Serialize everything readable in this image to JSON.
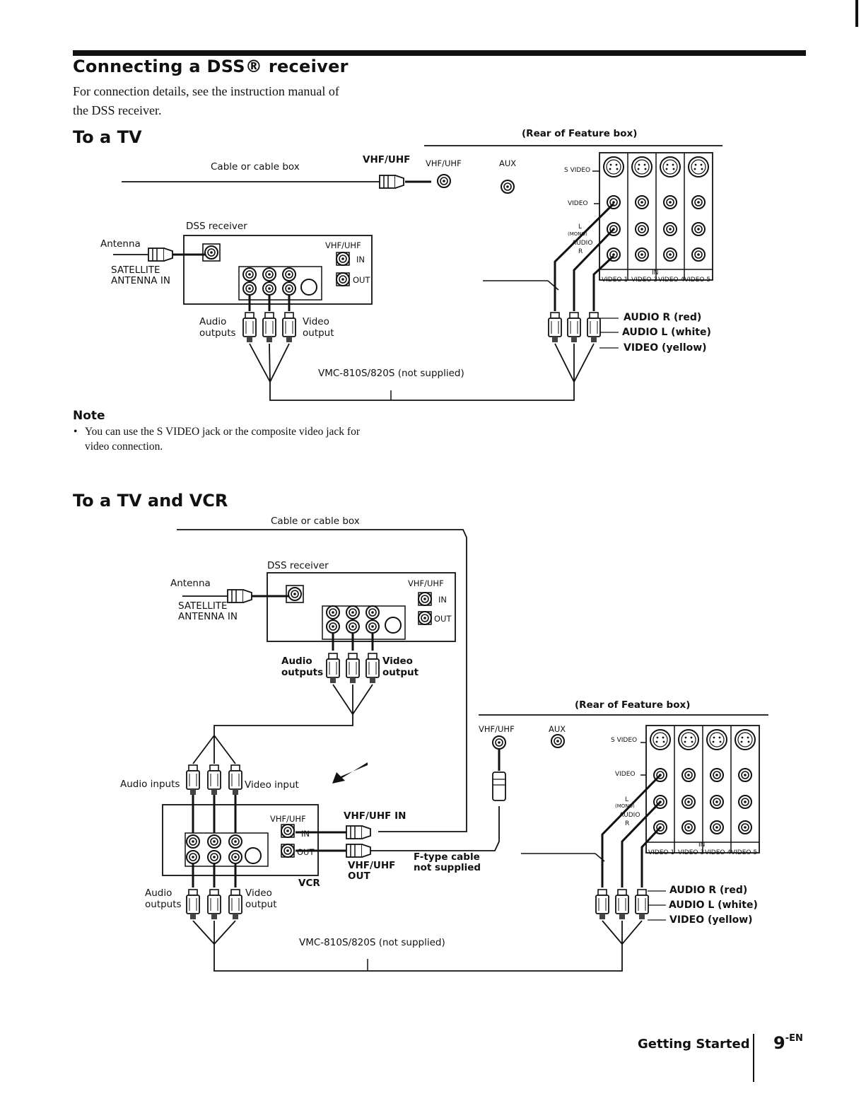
{
  "heading": "Connecting a DSS® receiver",
  "intro": [
    "For connection details, see the instruction manual of",
    "the DSS receiver."
  ],
  "section1": {
    "title": "To a TV",
    "rear_label": "(Rear of Feature box)",
    "cable_label": "Cable or cable box",
    "vhf_uhf_bold": "VHF/UHF",
    "vhf_uhf_jack": "VHF/UHF",
    "aux": "AUX",
    "s_video": "S VIDEO",
    "video": "VIDEO",
    "audio_l": "L",
    "audio_mono": "(MONO)",
    "audio": "AUDIO",
    "audio_r": "R",
    "in": "IN",
    "video_inputs": [
      "VIDEO 1",
      "VIDEO 3",
      "VIDEO 4",
      "VIDEO 5"
    ],
    "dss_receiver": "DSS receiver",
    "antenna": "Antenna",
    "satellite": [
      "SATELLITE",
      "ANTENNA IN"
    ],
    "dss_vhf": "VHF/UHF",
    "dss_in": "IN",
    "dss_out": "OUT",
    "audio_outputs": [
      "Audio",
      "outputs"
    ],
    "video_output": [
      "Video",
      "output"
    ],
    "cable_model": "VMC-810S/820S  (not supplied)",
    "plug_legend": [
      "AUDIO R (red)",
      "AUDIO L (white)",
      "VIDEO (yellow)"
    ]
  },
  "note": {
    "title": "Note",
    "bullet": "•",
    "lines": [
      "You can use the S VIDEO jack or the composite video jack for",
      "video connection."
    ]
  },
  "section2": {
    "title": "To a TV and VCR",
    "cable_label": "Cable or cable box",
    "dss_receiver": "DSS receiver",
    "antenna": "Antenna",
    "satellite": [
      "SATELLITE",
      "ANTENNA IN"
    ],
    "dss_vhf": "VHF/UHF",
    "dss_in": "IN",
    "dss_out": "OUT",
    "audio_outputs": [
      "Audio",
      "outputs"
    ],
    "video_output": [
      "Video",
      "output"
    ],
    "rear_label": "(Rear of Feature box)",
    "vhf_uhf_jack": "VHF/UHF",
    "aux": "AUX",
    "s_video": "S VIDEO",
    "video": "VIDEO",
    "audio_l": "L",
    "audio_mono": "(MONO)",
    "audio": "AUDIO",
    "audio_r": "R",
    "in": "IN",
    "video_inputs": [
      "VIDEO 1",
      "VIDEO 3",
      "VIDEO 4",
      "VIDEO 5"
    ],
    "audio_inputs": "Audio inputs",
    "video_input": "Video input",
    "vcr_vhf": "VHF/UHF",
    "vcr_in": "IN",
    "vcr_out": "OUT",
    "vcr": "VCR",
    "vhf_uhf_in": "VHF/UHF IN",
    "vhf_uhf_out": [
      "VHF/UHF",
      "OUT"
    ],
    "ftype": [
      "F-type cable",
      "not supplied"
    ],
    "vcr_audio_outputs": [
      "Audio",
      "outputs"
    ],
    "vcr_video_output": [
      "Video",
      "output"
    ],
    "cable_model": "VMC-810S/820S  (not supplied)",
    "plug_legend": [
      "AUDIO R (red)",
      "AUDIO L (white)",
      "VIDEO (yellow)"
    ]
  },
  "footer": {
    "section": "Getting Started",
    "page": "9",
    "page_suffix": "-EN"
  }
}
